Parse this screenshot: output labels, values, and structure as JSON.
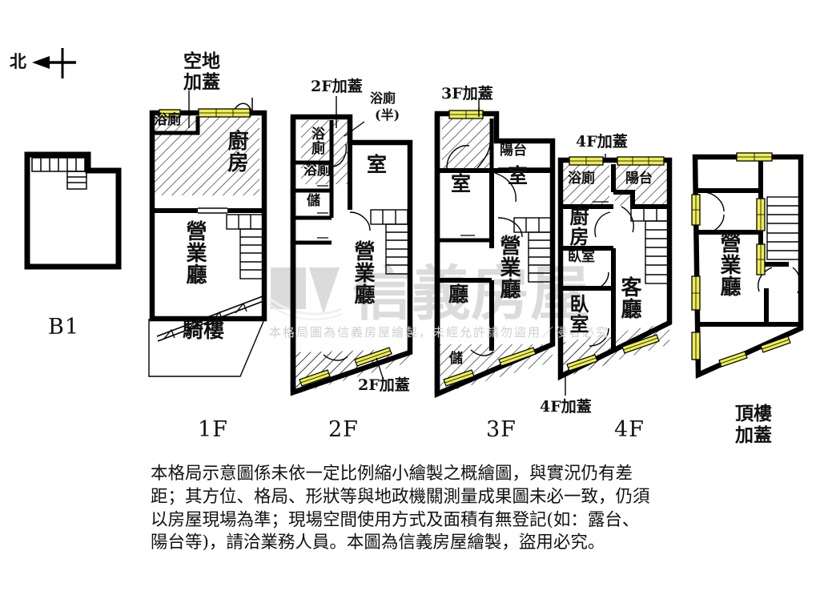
{
  "meta": {
    "doc_type": "floor-plan-diagram",
    "orientation_label": "北",
    "watermark_brand": "信義房屋",
    "watermark_notice": "本格局圖為信義房屋繪製，未經允許請勿盜用／侵者必究"
  },
  "colors": {
    "wall": "#000000",
    "window": "#eded55",
    "window_stroke": "#000000",
    "hatch": "#000000",
    "text": "#111111",
    "watermark": "#b4b4b4",
    "background": "#ffffff"
  },
  "floors": [
    {
      "id": "b1",
      "name": "B1",
      "rooms": [],
      "annotations": []
    },
    {
      "id": "1f",
      "name": "1F",
      "rooms": [
        "浴廁",
        "廚房",
        "營業廳",
        "騎樓"
      ],
      "annotations": [
        "空地加蓋"
      ]
    },
    {
      "id": "2f",
      "name": "2F",
      "rooms": [
        "浴廁",
        "浴廁",
        "儲",
        "室",
        "營業廳"
      ],
      "annotations": [
        "2F加蓋",
        "浴廁",
        "(半)",
        "2F加蓋"
      ]
    },
    {
      "id": "3f",
      "name": "3F",
      "rooms": [
        "室",
        "室",
        "陽台",
        "廳",
        "營業廳",
        "儲"
      ],
      "annotations": [
        "3F加蓋"
      ]
    },
    {
      "id": "4f",
      "name": "4F",
      "rooms": [
        "浴廁",
        "陽台",
        "廚房",
        "臥室",
        "臥室",
        "客廳"
      ],
      "annotations": [
        "4F加蓋",
        "4F加蓋"
      ]
    },
    {
      "id": "roof",
      "name": "頂樓\n加蓋",
      "rooms": [
        "營業廳"
      ],
      "annotations": []
    }
  ],
  "labels": {
    "north": "北",
    "b1": "B1",
    "f1": "1F",
    "f2": "2F",
    "f3": "3F",
    "f4": "4F",
    "roof_line1": "頂樓",
    "roof_line2": "加蓋",
    "kongdi_jiagai": "空地\n加蓋",
    "jiagai_2f_top": "2F加蓋",
    "jiagai_2f_bottom": "2F加蓋",
    "jiagai_3f": "3F加蓋",
    "jiagai_4f_top": "4F加蓋",
    "jiagai_4f_bottom": "4F加蓋",
    "yuce_half_1": "浴廁",
    "yuce_half_2": "(半)",
    "room_yuce": "浴廁",
    "room_chufang": "廚房",
    "room_yingye": "營業廳",
    "room_qilou": "騎樓",
    "room_shi": "室",
    "room_chu": "儲",
    "room_ting": "廳",
    "room_yangtai": "陽台",
    "room_woshi": "臥室",
    "room_keting": "客廳"
  },
  "disclaimer": {
    "line1": "本格局示意圖係未依一定比例縮小繪製之概繪圖，與實況仍有差",
    "line2": "距；其方位、格局、形狀等與地政機關測量成果圖未必一致，仍須",
    "line3": "以房屋現場為準；現場空間使用方式及面積有無登記(如：露台、",
    "line4": "陽台等)，請洽業務人員。本圖為信義房屋繪製，盜用必究。"
  }
}
